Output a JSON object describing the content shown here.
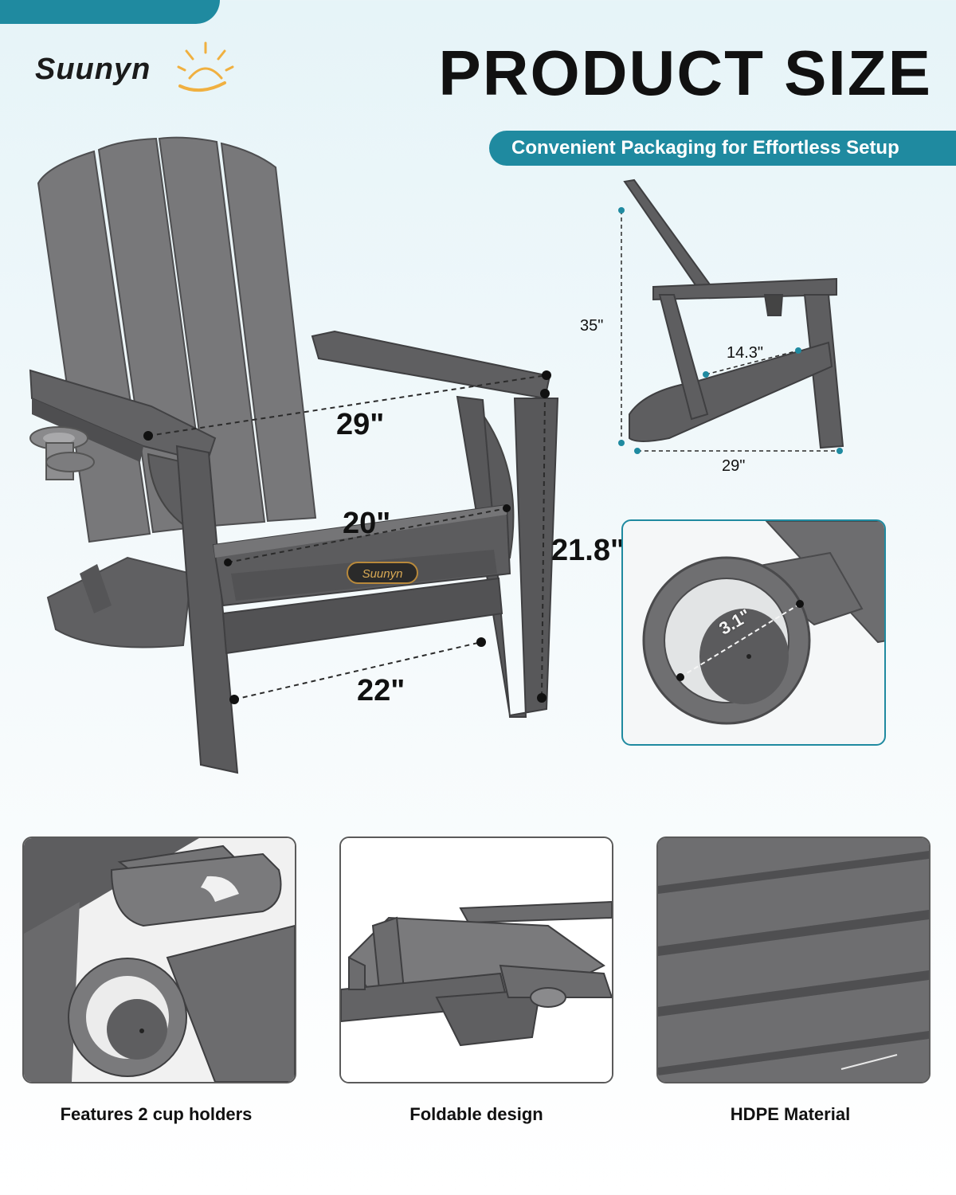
{
  "brand": {
    "name": "Suunyn"
  },
  "header": {
    "title": "PRODUCT SIZE",
    "subtitle": "Convenient Packaging for Effortless Setup"
  },
  "main_view": {
    "dims": {
      "arm_width": "29\"",
      "seat_width": "20\"",
      "seat_height": "21.8\"",
      "leg_width": "22\""
    },
    "badge": "Suunyn"
  },
  "side_view": {
    "dims": {
      "height": "35\"",
      "seat_depth": "14.3\"",
      "depth": "29\""
    }
  },
  "detail": {
    "cup_diameter": "3.1\""
  },
  "features": [
    {
      "caption": "Features 2 cup holders",
      "icon": "cup-holder"
    },
    {
      "caption": "Foldable design",
      "icon": "folded-chair"
    },
    {
      "caption": "HDPE Material",
      "icon": "hdpe-slats"
    }
  ],
  "colors": {
    "accent": "#1f8aa0",
    "chair_gray": "#6b6b6d",
    "chair_dark": "#505052"
  }
}
